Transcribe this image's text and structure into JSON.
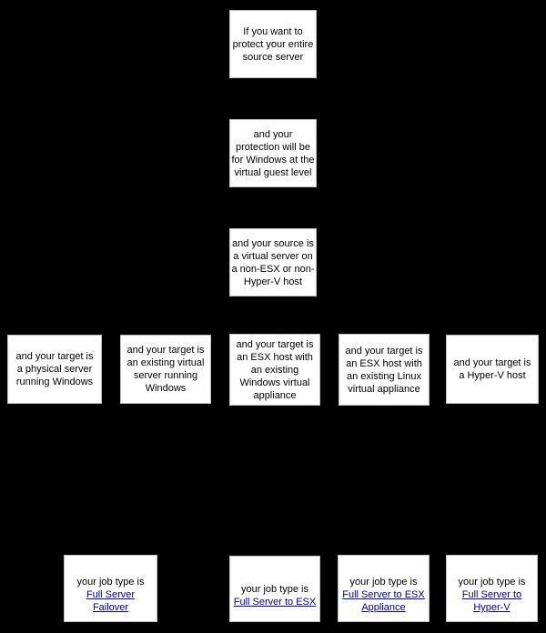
{
  "canvas": {
    "background": "#000000",
    "box_fill": "#ffffff",
    "box_border": "#c0c0c0",
    "text_color": "#000000",
    "link_color": "#000099"
  },
  "decision_nodes": {
    "root": {
      "text": "If you want to\nprotect your entire\nsource server"
    },
    "guest_level": {
      "text": "and your\nprotection will be\nfor Windows at the\nvirtual guest level"
    },
    "source_non_esx": {
      "text": "and your source is\na virtual server on\na non-ESX or non-\nHyper-V host"
    },
    "target_physical": {
      "text": "and your target is\na physical server\nrunning Windows"
    },
    "target_existing_virtual": {
      "text": "and your target is\nan existing virtual\nserver running\nWindows"
    },
    "target_esx_windows": {
      "text": "and your target is\nan ESX host with\nan existing\nWindows virtual\nappliance"
    },
    "target_esx_linux": {
      "text": "and your target is\nan ESX host with\nan existing Linux\nvirtual appliance"
    },
    "target_hyperv": {
      "text": "and your target is\na Hyper-V host"
    }
  },
  "job_nodes": {
    "full_server_failover": {
      "prefix": "your job type is",
      "link_label": "Full Server\nFailover"
    },
    "full_server_to_esx": {
      "prefix": "your job type is",
      "link_label": "Full Server to ESX"
    },
    "full_server_to_esx_appliance": {
      "prefix": "your job type is",
      "link_label": "Full Server to ESX\nAppliance"
    },
    "full_server_to_hyperv": {
      "prefix": "your job type is",
      "link_label": "Full Server to\nHyper-V"
    }
  }
}
